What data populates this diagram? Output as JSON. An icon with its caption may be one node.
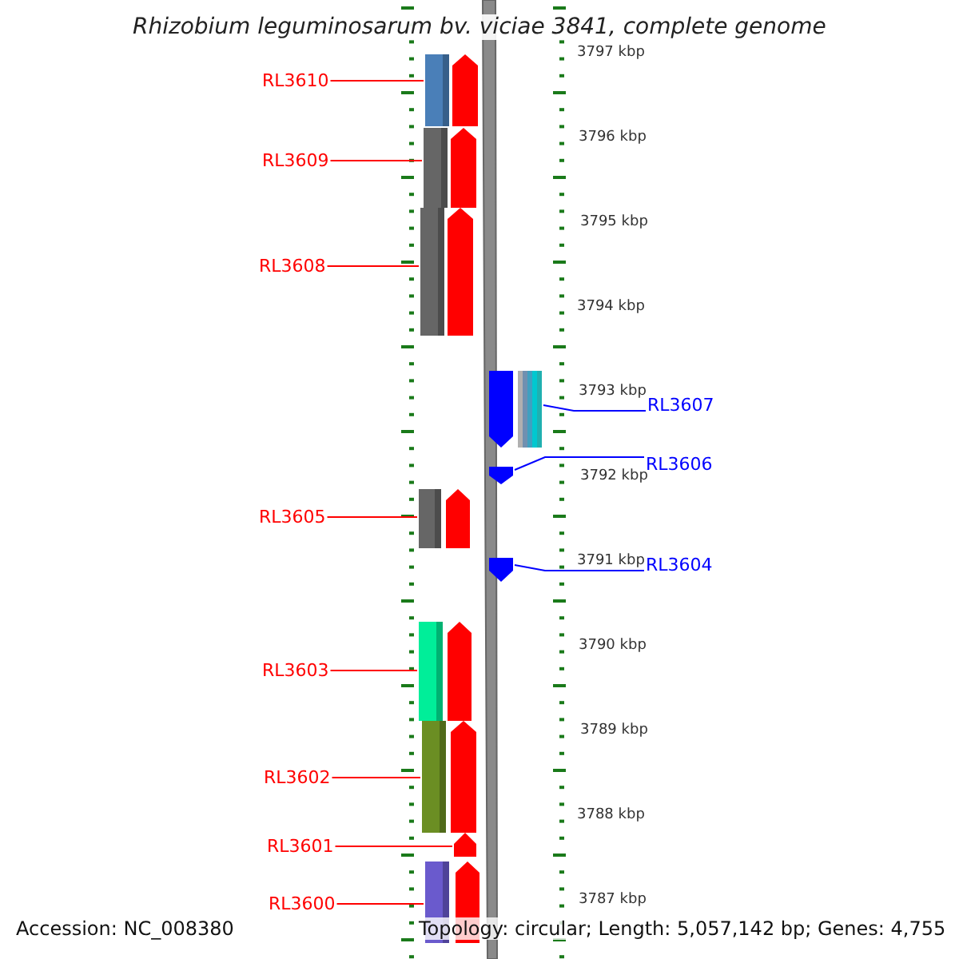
{
  "diagram": {
    "title": "Rhizobium leguminosarum bv. viciae 3841, complete genome",
    "nodes": [
      {
        "text": [
          "RL3610"
        ]
      },
      {
        "text": [],
        "shape": "bar"
      },
      {
        "text": [
          "RL3609"
        ]
      },
      {
        "text": [],
        "shape": "bar"
      },
      {
        "text": [
          "RL3608"
        ]
      },
      {
        "text": [],
        "shape": "bar"
      },
      {
        "text": [
          "RL3607"
        ]
      },
      {
        "text": [],
        "shape": "bar"
      },
      {
        "text": [
          "RL3606"
        ]
      },
      {
        "text": [],
        "shape": "arrow"
      },
      {
        "text": [
          "RL3605"
        ]
      },
      {
        "text": [],
        "shape": "bar"
      },
      {
        "text": [
          "RL3604"
        ]
      },
      {
        "text": [],
        "shape": "arrow"
      },
      {
        "text": [
          "RL3603"
        ]
      },
      {
        "text": [],
        "shape": "bar"
      },
      {
        "text": [
          "RL3602"
        ]
      },
      {
        "text": [],
        "shape": "bar"
      },
      {
        "text": [
          "RL3601"
        ]
      },
      {
        "text": [],
        "shape": "arrow"
      },
      {
        "text": [
          "RL3600"
        ]
      },
      {
        "text": [],
        "shape": "bar"
      },
      {
        "text": [],
        "shape": "arrow"
      },
      {
        "text": [],
        "shape": "arrow"
      },
      {
        "text": [],
        "shape": "arrow"
      },
      {
        "text": [],
        "shape": "arrow"
      },
      {
        "text": [],
        "shape": "arrow"
      },
      {
        "text": [],
        "shape": "arrow"
      },
      {
        "text": [],
        "shape": "arrow"
      },
      {
        "text": [],
        "shape": "arrow"
      }
    ],
    "edges": [
      {
        "from": 0,
        "to": 1,
        "arrow": "none",
        "color": "#ff0000"
      },
      {
        "from": 2,
        "to": 3,
        "arrow": "none",
        "color": "#ff0000"
      },
      {
        "from": 4,
        "to": 5,
        "arrow": "none",
        "color": "#ff0000"
      },
      {
        "from": 6,
        "to": 7,
        "arrow": "none",
        "color": "#0000ff"
      },
      {
        "from": 8,
        "to": 9,
        "arrow": "none",
        "color": "#0000ff"
      },
      {
        "from": 10,
        "to": 11,
        "arrow": "none",
        "color": "#ff0000"
      },
      {
        "from": 12,
        "to": 13,
        "arrow": "none",
        "color": "#0000ff"
      },
      {
        "from": 14,
        "to": 15,
        "arrow": "none",
        "color": "#ff0000"
      },
      {
        "from": 16,
        "to": 17,
        "arrow": "none",
        "color": "#ff0000"
      },
      {
        "from": 18,
        "to": 19,
        "arrow": "none",
        "color": "#ff0000"
      },
      {
        "from": 20,
        "to": 21,
        "arrow": "none",
        "color": "#ff0000"
      }
    ],
    "labels": [
      "3797 kbp",
      "3796 kbp",
      "3795 kbp",
      "3794 kbp",
      "3793 kbp",
      "3792 kbp",
      "3791 kbp",
      "3790 kbp",
      "3789 kbp",
      "3788 kbp",
      "3787 kbp",
      "Accession: NC_008380",
      "Topology: circular; Length: 5,057,142 bp; Genes: 4,755"
    ]
  }
}
